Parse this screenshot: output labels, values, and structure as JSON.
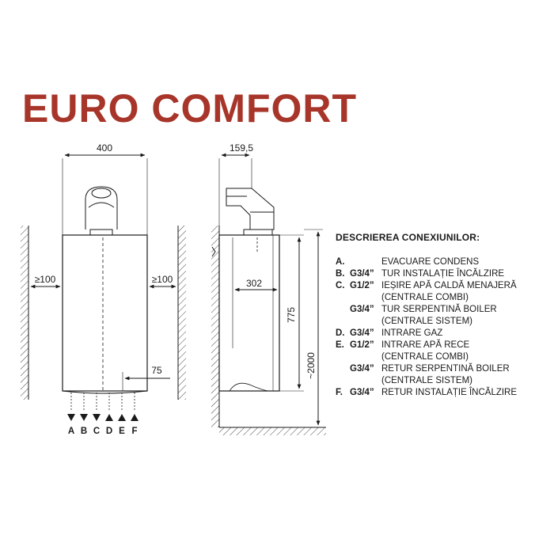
{
  "title": "EURO COMFORT",
  "colors": {
    "title": "#a8352a",
    "lines": "#1a1a1a"
  },
  "front_view": {
    "width_label": "400",
    "clearance_left": "≥100",
    "clearance_right": "≥100",
    "offset_label": "75",
    "connection_letters": [
      "A",
      "B",
      "C",
      "D",
      "E",
      "F"
    ]
  },
  "side_view": {
    "depth_label": "159,5",
    "body_depth_label": "302",
    "height_label": "775",
    "floor_label": "~2000"
  },
  "legend": {
    "heading": "DESCRIEREA CONEXIUNILOR:",
    "rows": [
      {
        "letter": "A.",
        "thread": "",
        "text": "EVACUARE CONDENS"
      },
      {
        "letter": "B.",
        "thread": "G3/4”",
        "text": "TUR INSTALAȚIE ÎNCĂLZIRE"
      },
      {
        "letter": "C.",
        "thread": "G1/2”",
        "text": "IEȘIRE APĂ CALDĂ MENAJERĂ"
      },
      {
        "letter": "",
        "thread": "",
        "text": "(CENTRALE COMBI)"
      },
      {
        "letter": "",
        "thread": "G3/4”",
        "text": "TUR SERPENTINĂ BOILER"
      },
      {
        "letter": "",
        "thread": "",
        "text": "(CENTRALE SISTEM)"
      },
      {
        "letter": "D.",
        "thread": "G3/4”",
        "text": "INTRARE GAZ"
      },
      {
        "letter": "E.",
        "thread": "G1/2”",
        "text": "INTRARE APĂ RECE"
      },
      {
        "letter": "",
        "thread": "",
        "text": "(CENTRALE COMBI)"
      },
      {
        "letter": "",
        "thread": "G3/4”",
        "text": "RETUR SERPENTINĂ BOILER"
      },
      {
        "letter": "",
        "thread": "",
        "text": "(CENTRALE SISTEM)"
      },
      {
        "letter": "F.",
        "thread": "G3/4”",
        "text": "RETUR INSTALAȚIE ÎNCĂLZIRE"
      }
    ]
  }
}
